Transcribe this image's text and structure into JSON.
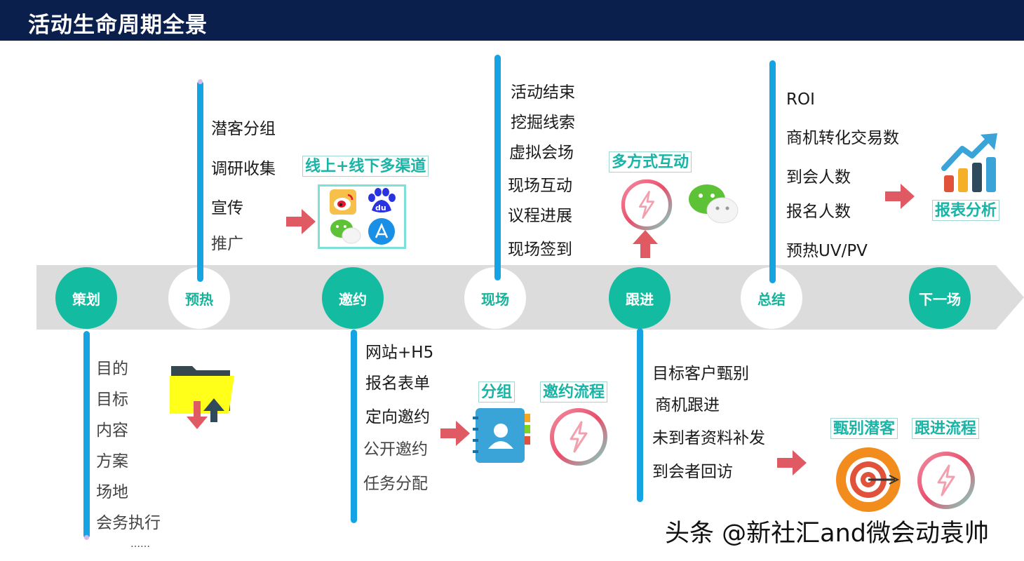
{
  "page": {
    "title": "活动生命周期全景"
  },
  "stages": [
    {
      "label": "策划",
      "style": "teal"
    },
    {
      "label": "预热",
      "style": "white"
    },
    {
      "label": "邀约",
      "style": "teal"
    },
    {
      "label": "现场",
      "style": "white"
    },
    {
      "label": "跟进",
      "style": "teal"
    },
    {
      "label": "总结",
      "style": "white"
    },
    {
      "label": "下一场",
      "style": "teal"
    }
  ],
  "planning": {
    "items": [
      "目的",
      "目标",
      "内容",
      "方案",
      "场地",
      "会务执行",
      "……"
    ]
  },
  "warmup": {
    "items": [
      "潜客分组",
      "调研收集",
      "宣传",
      "推广"
    ],
    "tag": "线上+线下多渠道"
  },
  "invite": {
    "items": [
      "网站+H5",
      "报名表单",
      "定向邀约",
      "公开邀约",
      "任务分配"
    ],
    "tags": [
      "分组",
      "邀约流程"
    ]
  },
  "onsite": {
    "items": [
      "活动结束",
      "挖掘线索",
      "虚拟会场",
      "现场互动",
      "议程进展",
      "现场签到"
    ],
    "tag": "多方式互动"
  },
  "followup": {
    "items": [
      "目标客户甄别",
      "商机跟进",
      "未到者资料补发",
      "到会者回访"
    ],
    "tags": [
      "甄别潜客",
      "跟进流程"
    ]
  },
  "summary": {
    "items": [
      "ROI",
      "商机转化交易数",
      "到会人数",
      "报名人数",
      "预热UV/PV"
    ],
    "tag": "报表分析"
  },
  "watermark": "头条 @新社汇and微会动袁帅",
  "colors": {
    "header": "#0b1f4d",
    "teal": "#13bba0",
    "bar": "#14a4e3",
    "arrow": "#e05a63",
    "band": "#dcdcdc"
  }
}
